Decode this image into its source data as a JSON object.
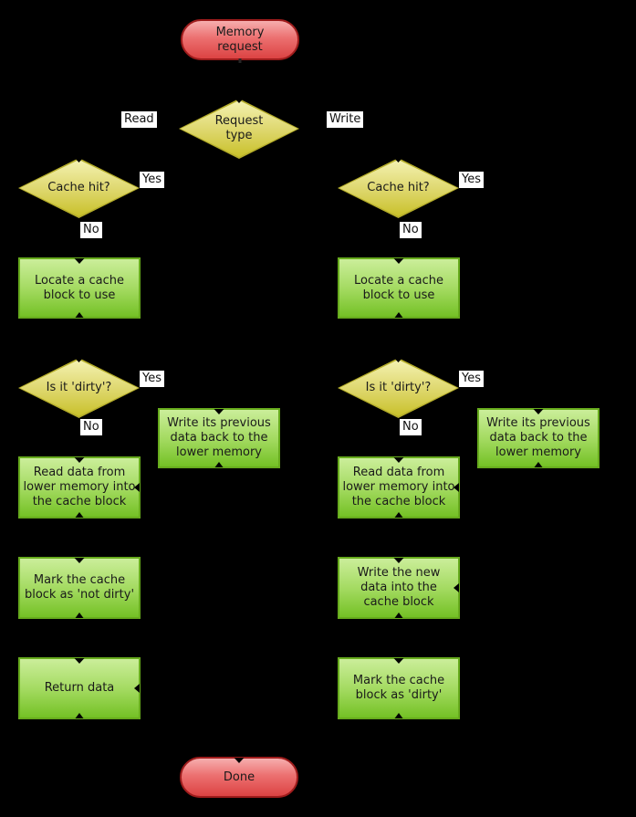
{
  "diagram_type": "flowchart",
  "topic": "memory cache request handling",
  "colors": {
    "background": "#000000",
    "terminal_fill_top": "#f6aeae",
    "terminal_fill_bottom": "#dc4343",
    "terminal_border": "#9e1c1c",
    "decision_fill_top": "#f4f2b2",
    "decision_fill_bottom": "#c9c12a",
    "process_fill_top": "#cbee9a",
    "process_fill_bottom": "#74c125",
    "process_border": "#67ab1d",
    "edge_label_bg": "#ffffff",
    "text": "#1a1a1a"
  },
  "start": {
    "label": "Memory\nrequest"
  },
  "decision_request_type": {
    "label": "Request\ntype"
  },
  "edge_labels": {
    "read": "Read",
    "write": "Write",
    "yes": "Yes",
    "no": "No"
  },
  "read_branch": {
    "cache_hit": {
      "label": "Cache hit?"
    },
    "locate": {
      "label": "Locate a cache\nblock to use"
    },
    "is_dirty": {
      "label": "Is it 'dirty'?"
    },
    "write_back": {
      "label": "Write its previous\ndata back to the\nlower memory"
    },
    "read_lower": {
      "label": "Read data from\nlower memory into\nthe cache block"
    },
    "mark_not_dirty": {
      "label": "Mark the cache\nblock as 'not dirty'"
    },
    "return_data": {
      "label": "Return data"
    }
  },
  "write_branch": {
    "cache_hit": {
      "label": "Cache hit?"
    },
    "locate": {
      "label": "Locate a cache\nblock to use"
    },
    "is_dirty": {
      "label": "Is it 'dirty'?"
    },
    "write_back": {
      "label": "Write its previous\ndata back to the\nlower memory"
    },
    "read_lower": {
      "label": "Read data from\nlower memory into\nthe cache block"
    },
    "write_new": {
      "label": "Write the new\ndata into the\ncache block"
    },
    "mark_dirty": {
      "label": "Mark the cache\nblock as 'dirty'"
    }
  },
  "end": {
    "label": "Done"
  }
}
